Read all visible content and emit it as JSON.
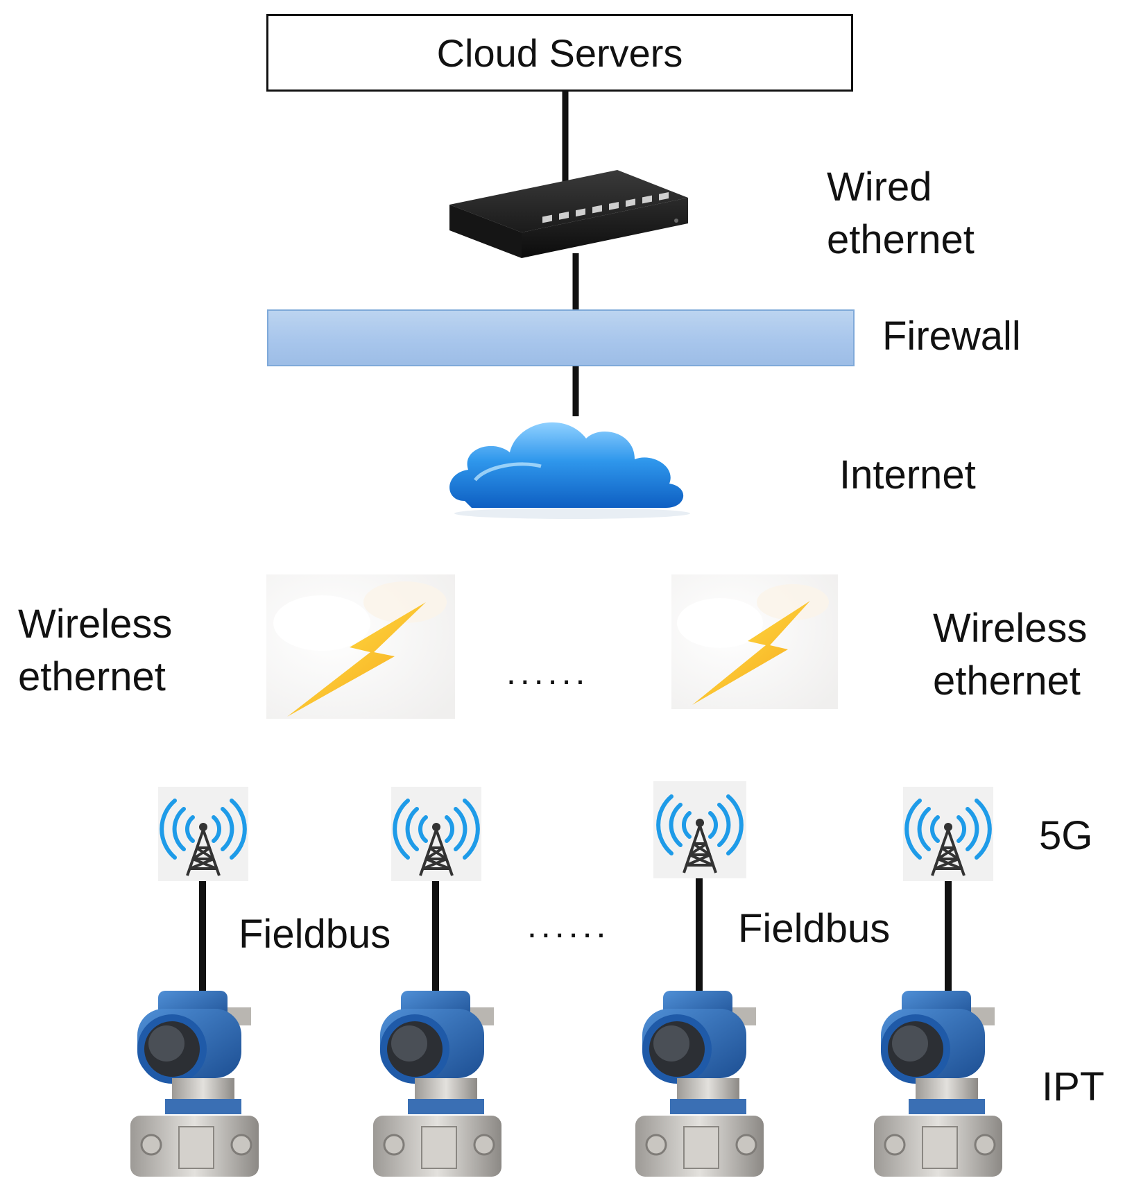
{
  "cloud_servers": {
    "label": "Cloud Servers"
  },
  "switch": {
    "label_line1": "Wired",
    "label_line2": "ethernet",
    "icon": "network-switch-icon"
  },
  "firewall": {
    "label": "Firewall",
    "color": "#a8c6ec"
  },
  "internet": {
    "label": "Internet",
    "icon": "cloud-icon",
    "color": "#1e88e5"
  },
  "wireless": {
    "left_line1": "Wireless",
    "left_line2": "ethernet",
    "right_line1": "Wireless",
    "right_line2": "ethernet",
    "icon": "lightning-bolt-icon",
    "ellipsis": "......"
  },
  "towers": {
    "label": "5G",
    "icon": "cell-tower-icon",
    "count": 4
  },
  "fieldbus": {
    "left": "Fieldbus",
    "right": "Fieldbus",
    "ellipsis": "......"
  },
  "devices": {
    "label": "IPT",
    "icon": "pressure-transmitter-icon",
    "count": 4
  }
}
